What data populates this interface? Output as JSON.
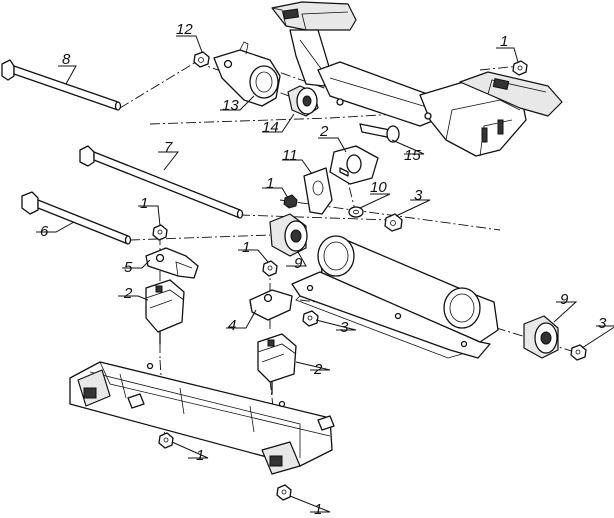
{
  "callouts": [
    {
      "id": "c8",
      "label": "8"
    },
    {
      "id": "c12",
      "label": "12"
    },
    {
      "id": "c13",
      "label": "13"
    },
    {
      "id": "c14",
      "label": "14"
    },
    {
      "id": "c1a",
      "label": "1"
    },
    {
      "id": "c2a",
      "label": "2"
    },
    {
      "id": "c15",
      "label": "15"
    },
    {
      "id": "c7",
      "label": "7"
    },
    {
      "id": "c11",
      "label": "11"
    },
    {
      "id": "c1b",
      "label": "1"
    },
    {
      "id": "c10",
      "label": "10"
    },
    {
      "id": "c3a",
      "label": "3"
    },
    {
      "id": "c6",
      "label": "6"
    },
    {
      "id": "c1c",
      "label": "1"
    },
    {
      "id": "c5",
      "label": "5"
    },
    {
      "id": "c1d",
      "label": "1"
    },
    {
      "id": "c9a",
      "label": "9"
    },
    {
      "id": "c2b",
      "label": "2"
    },
    {
      "id": "c4",
      "label": "4"
    },
    {
      "id": "c3b",
      "label": "3"
    },
    {
      "id": "c9b",
      "label": "9"
    },
    {
      "id": "c3c",
      "label": "3"
    },
    {
      "id": "c2c",
      "label": "2"
    },
    {
      "id": "c1e",
      "label": "1"
    },
    {
      "id": "c1f",
      "label": "1"
    }
  ]
}
